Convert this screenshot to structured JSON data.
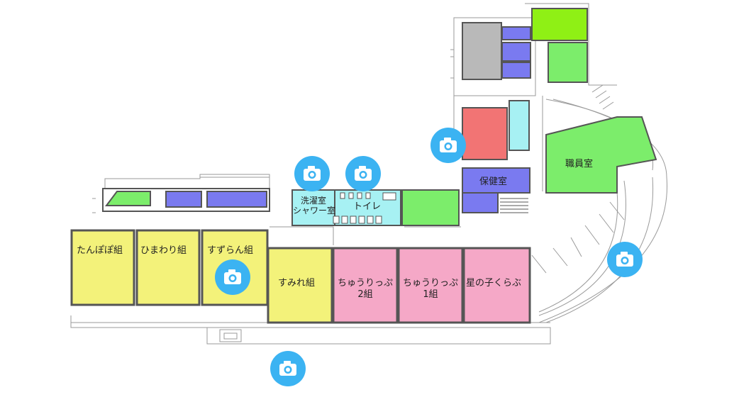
{
  "colors": {
    "yellow": "#f3f27a",
    "pink": "#f5a8c7",
    "purple": "#7a7af0",
    "green": "#7ced6b",
    "lime": "#8ff015",
    "red": "#f27474",
    "cyan": "#a7f1f3",
    "gray": "#b9b9b9",
    "camera": "#3bb3f2",
    "wall": "#555555"
  },
  "rooms": {
    "tanpopo": "たんぽぽ組",
    "himawari": "ひまわり組",
    "suzuran": "すずらん組",
    "sumire": "すみれ組",
    "churip2_a": "ちゅうりっぷ",
    "churip2_b": "2組",
    "churip1_a": "ちゅうりっぷ",
    "churip1_b": "1組",
    "hoshinoko": "星の子くらぶ",
    "laundry_a": "洗濯室",
    "laundry_b": "シャワー室",
    "toilet": "トイレ",
    "hoken": "保健室",
    "shokuin": "職員室"
  },
  "camera_icon": "camera-icon"
}
